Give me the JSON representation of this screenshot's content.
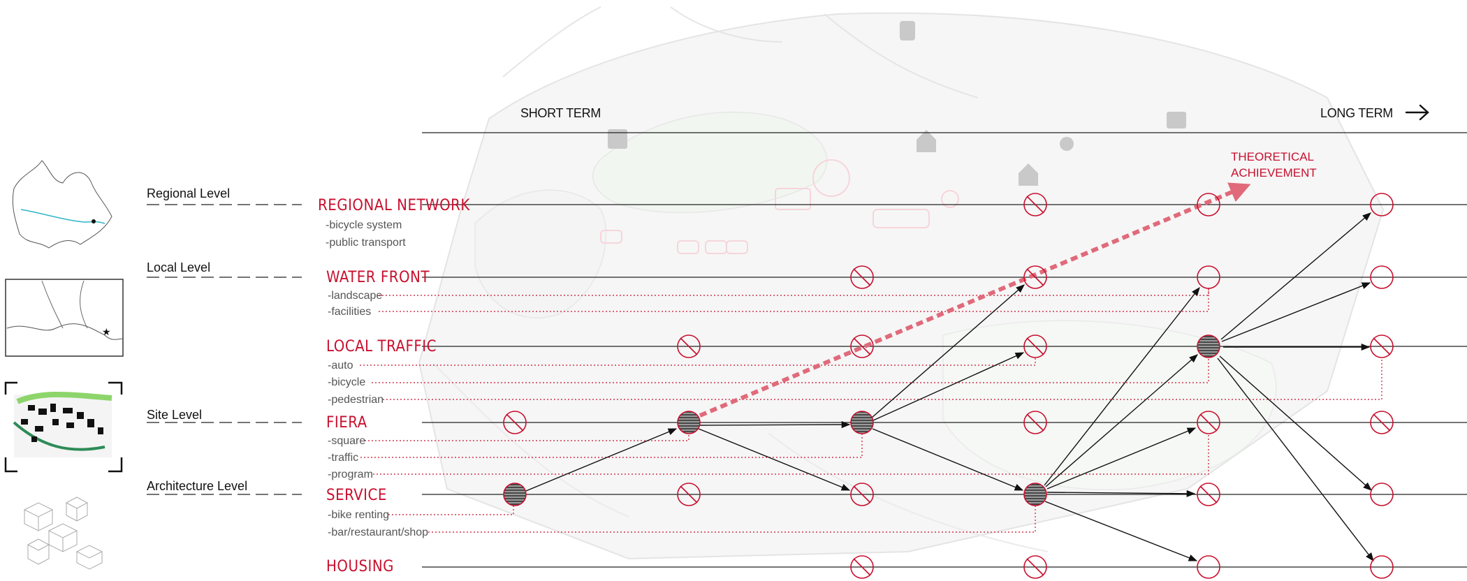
{
  "header": {
    "short_term": "SHORT TERM",
    "long_term": "LONG TERM",
    "arrow_glyph": "→"
  },
  "levels": {
    "regional": "Regional Level",
    "local": "Local Level",
    "site": "Site Level",
    "architecture": "Architecture Level"
  },
  "categories": {
    "regional_network": {
      "title": "REGIONAL NETWORK",
      "items": [
        "-bicycle system",
        "-public transport"
      ]
    },
    "water_front": {
      "title": "WATER FRONT",
      "items": [
        "-landscape",
        "-facilities"
      ]
    },
    "local_traffic": {
      "title": "LOCAL TRAFFIC",
      "items": [
        "-auto",
        "-bicycle",
        "-pedestrian"
      ]
    },
    "fiera": {
      "title": "FIERA",
      "items": [
        "-square",
        "-traffic",
        "-program"
      ]
    },
    "service": {
      "title": "SERVICE",
      "items": [
        "-bike renting",
        "-bar/restaurant/shop"
      ]
    },
    "housing": {
      "title": "HOUSING",
      "items": []
    }
  },
  "theoretical": {
    "line1": "THEORETICAL",
    "line2": "ACHIEVEMENT"
  },
  "colors": {
    "accent": "#c8102e",
    "line": "#222222",
    "background_sketch": "#d9d9d9"
  },
  "thumbnails": [
    "regional-map",
    "local-map",
    "site-plan",
    "architecture-axonometric"
  ]
}
